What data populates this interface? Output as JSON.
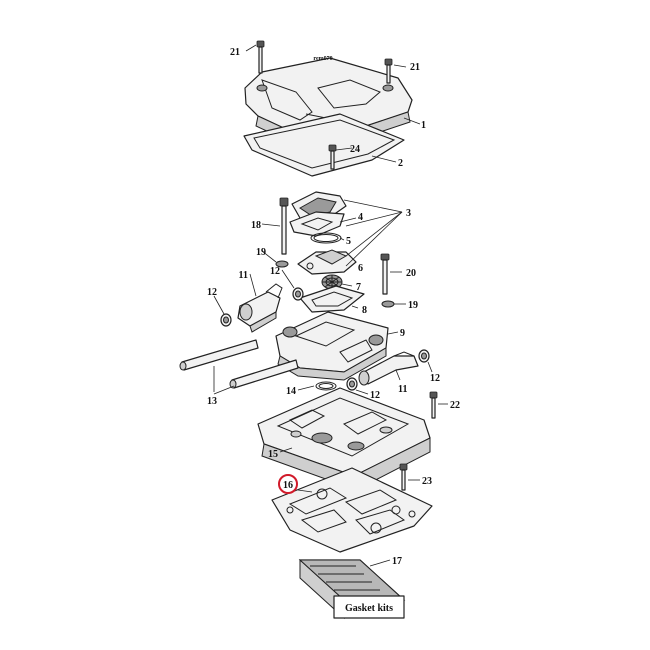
{
  "diagram": {
    "reference_code": "rem070",
    "highlighted_label": "16",
    "highlight_color": "#d11a2a",
    "kit_caption": "Gasket kits",
    "labels": {
      "l1": "1",
      "l2": "2",
      "l3": "3",
      "l4": "4",
      "l5": "5",
      "l6": "6",
      "l7": "7",
      "l8": "8",
      "l9": "9",
      "l11a": "11",
      "l11b": "11",
      "l12a": "12",
      "l12b": "12",
      "l12c": "12",
      "l12d": "12",
      "l13": "13",
      "l14": "14",
      "l15": "15",
      "l16": "16",
      "l17": "17",
      "l18": "18",
      "l19a": "19",
      "l19b": "19",
      "l20": "20",
      "l21a": "21",
      "l21b": "21",
      "l22": "22",
      "l23": "23",
      "l24": "24"
    }
  }
}
